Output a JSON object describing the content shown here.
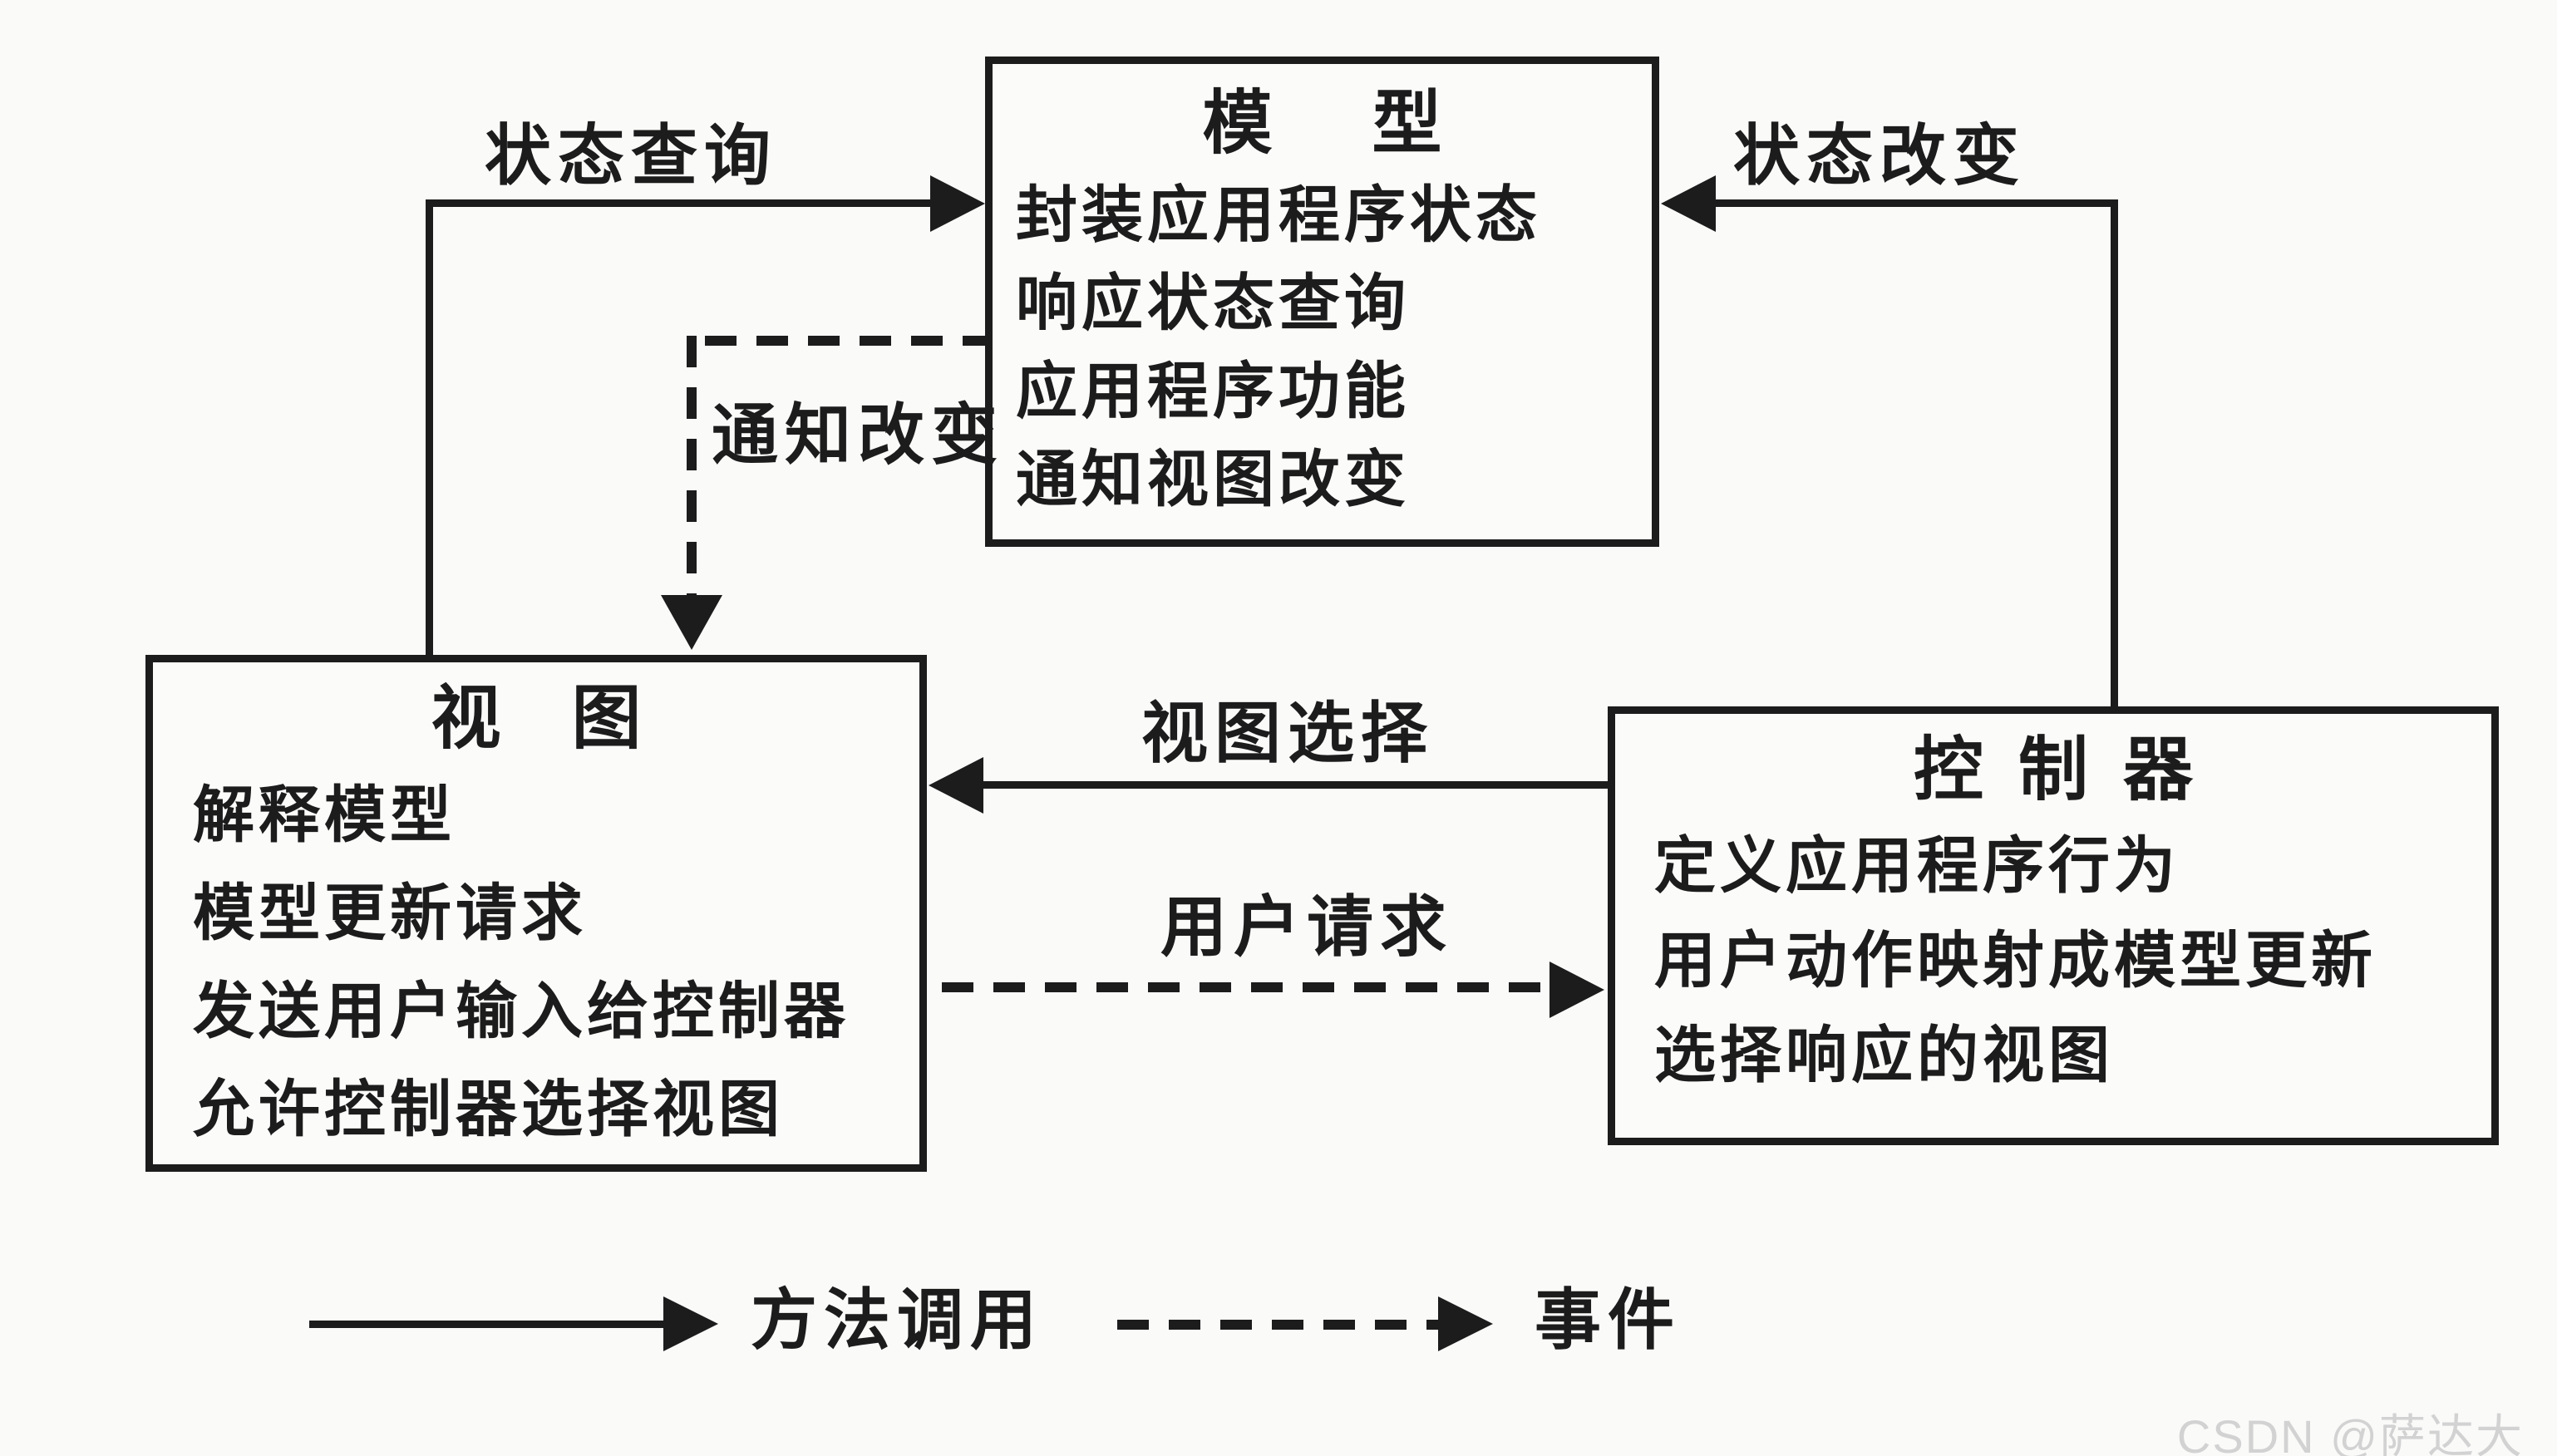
{
  "boxes": {
    "model": {
      "title": "模型",
      "lines": [
        "封装应用程序状态",
        "响应状态查询",
        "应用程序功能",
        "通知视图改变"
      ]
    },
    "view": {
      "title": "视图",
      "lines": [
        "解释模型",
        "模型更新请求",
        "发送用户输入给控制器",
        "允许控制器选择视图"
      ]
    },
    "controller": {
      "title": "控制器",
      "lines": [
        "定义应用程序行为",
        "用户动作映射成模型更新",
        "选择响应的视图"
      ]
    }
  },
  "edge_labels": {
    "state_query": "状态查询",
    "state_change": "状态改变",
    "notify_change": "通知改变",
    "view_select": "视图选择",
    "user_request": "用户请求"
  },
  "legend": {
    "method_call": "方法调用",
    "event": "事件"
  },
  "watermark": "CSDN @萨达大",
  "colors": {
    "ink": "#1c1c1c",
    "background": "#fafaf9",
    "watermark": "#d2d2d2"
  }
}
